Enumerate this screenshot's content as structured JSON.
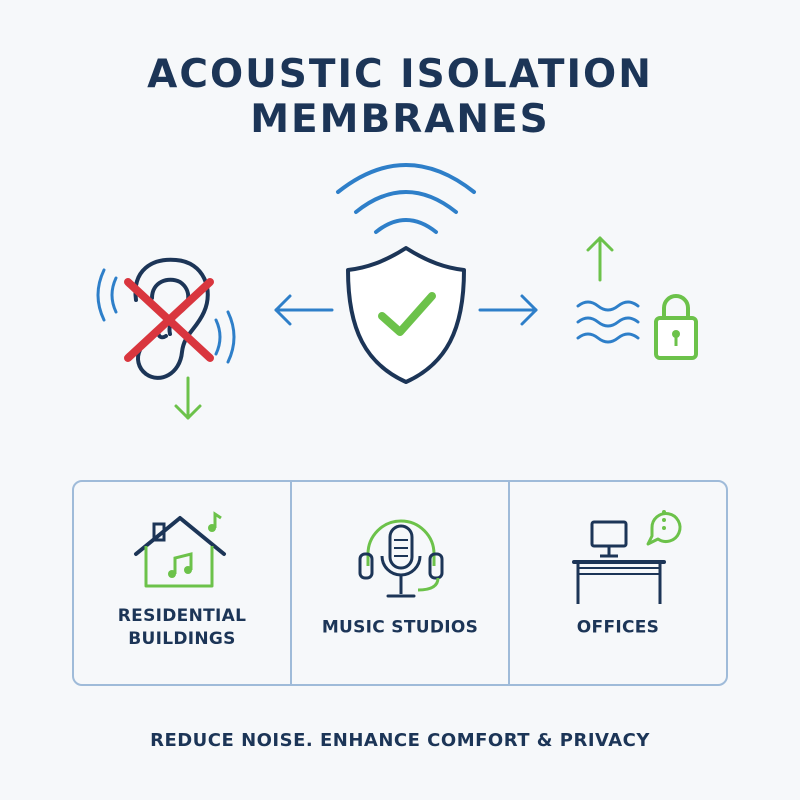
{
  "title": "ACOUSTIC ISOLATION MEMBRANES",
  "tagline": "REDUCE NOISE. ENHANCE COMFORT & PRIVACY",
  "applications": [
    {
      "label": "RESIDENTIAL BUILDINGS",
      "icon": "house-music-icon"
    },
    {
      "label": "MUSIC STUDIOS",
      "icon": "headset-microphone-icon"
    },
    {
      "label": "OFFICES",
      "icon": "office-desk-icon"
    }
  ],
  "diagram": {
    "left_icon": "blocked-ear-icon",
    "center_icon": "shield-check-icon",
    "right_icon": "sound-waves-lock-icon"
  },
  "colors": {
    "navy": "#1c3557",
    "blue": "#2e7fc9",
    "green": "#6cc24a",
    "red": "#d9363e",
    "border": "#9fbbd9"
  }
}
